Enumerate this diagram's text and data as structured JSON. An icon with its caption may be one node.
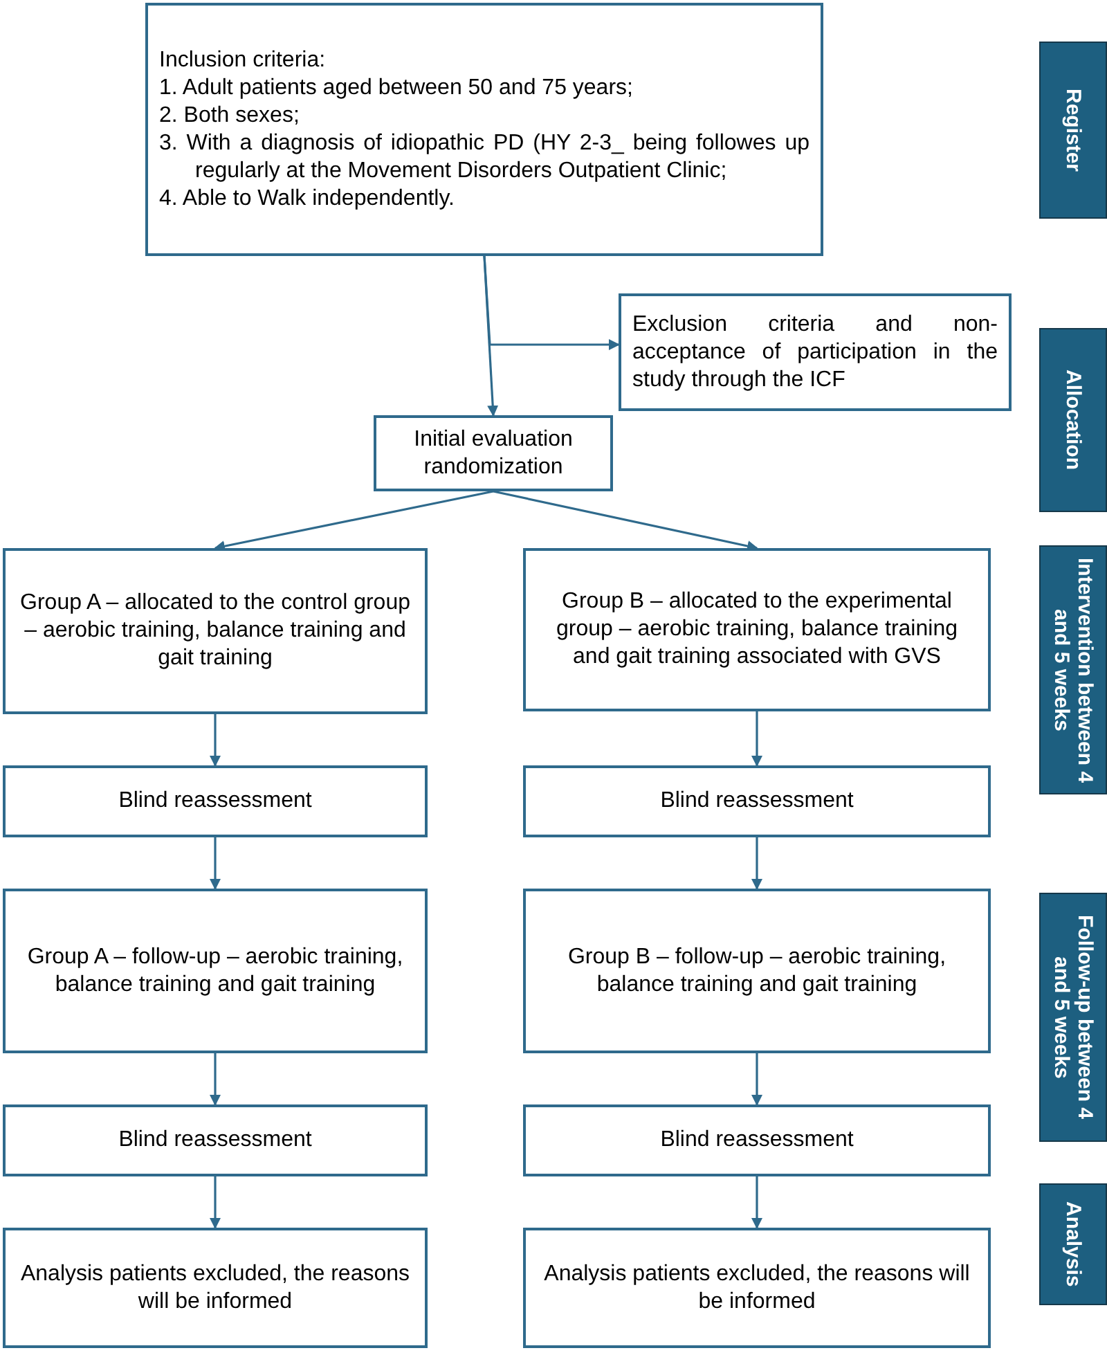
{
  "diagram": {
    "nodes": [
      {
        "text": [
          "Inclusion criteria:",
          "1. Adult patients aged between 50 and 75 years;",
          "2. Both sexes;",
          "3. With a diagnosis of idiopathic PD (HY 2-3_ being followes up regularly at the Movement Disorders Outpatient Clinic;",
          "4. Able to Walk independently."
        ]
      },
      {
        "text": [
          "Exclusion criteria and non-acceptance of participation in the study through the ICF"
        ]
      },
      {
        "text": [
          "Initial evaluation randomization"
        ]
      },
      {
        "text": [
          "Group A – allocated to the control group – aerobic training, balance training and gait training"
        ]
      },
      {
        "text": [
          "Group B – allocated to the experimental group – aerobic training, balance training and gait training associated with GVS"
        ]
      },
      {
        "text": [
          "Blind reassessment"
        ]
      },
      {
        "text": [
          "Blind reassessment"
        ]
      },
      {
        "text": [
          "Group A – follow-up – aerobic training, balance training and gait training"
        ]
      },
      {
        "text": [
          "Group B – follow-up – aerobic training, balance training and gait training"
        ]
      },
      {
        "text": [
          "Blind reassessment"
        ]
      },
      {
        "text": [
          "Blind reassessment"
        ]
      },
      {
        "text": [
          "Analysis patients excluded, the reasons will be informed"
        ]
      },
      {
        "text": [
          "Analysis patients excluded, the reasons will be informed"
        ]
      },
      {
        "text": [
          "Register"
        ]
      },
      {
        "text": [
          "Allocation"
        ]
      },
      {
        "text": [
          "Intervention between 4 and 5 weeks"
        ]
      },
      {
        "text": [
          "Follow-up between 4 and 5 weeks"
        ]
      },
      {
        "text": [
          "Analysis"
        ]
      }
    ],
    "edges": [
      {
        "from": 0,
        "to": 2,
        "arrow": "to"
      },
      {
        "from": 0,
        "to": 1,
        "arrow": "to"
      },
      {
        "from": 2,
        "to": 3,
        "arrow": "to"
      },
      {
        "from": 2,
        "to": 4,
        "arrow": "to"
      },
      {
        "from": 3,
        "to": 5,
        "arrow": "to"
      },
      {
        "from": 4,
        "to": 6,
        "arrow": "to"
      },
      {
        "from": 5,
        "to": 7,
        "arrow": "to"
      },
      {
        "from": 6,
        "to": 8,
        "arrow": "to"
      },
      {
        "from": 7,
        "to": 9,
        "arrow": "to"
      },
      {
        "from": 8,
        "to": 10,
        "arrow": "to"
      },
      {
        "from": 9,
        "to": 11,
        "arrow": "to"
      },
      {
        "from": 10,
        "to": 12,
        "arrow": "to"
      }
    ]
  }
}
